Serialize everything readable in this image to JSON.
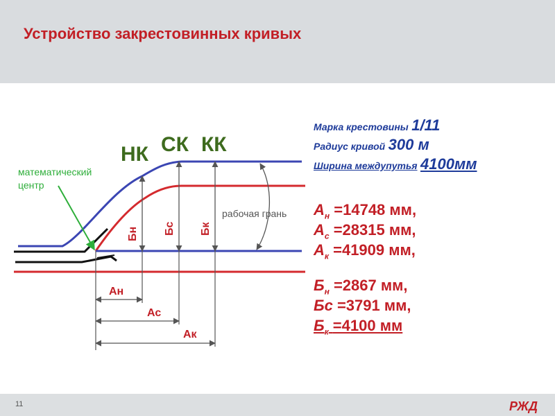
{
  "slide": {
    "title": "Устройство закрестовинных кривых",
    "page_number": "11",
    "logo_text": "РЖД"
  },
  "diagram": {
    "points": {
      "nk": "НК",
      "sk": "СК",
      "kk": "КК"
    },
    "math_center_line1": "математический",
    "math_center_line2": "центр",
    "working_edge": "рабочая грань",
    "b_labels": {
      "bn": "Бн",
      "bs": "Бс",
      "bk": "Бк"
    },
    "a_labels": {
      "an": "Ан",
      "as": "Ас",
      "ak": "Ак"
    }
  },
  "params": {
    "crossing_mark_label": "Марка крестовины",
    "crossing_mark_value": "1/11",
    "radius_label": "Радиус кривой",
    "radius_value": "300 м",
    "spacing_label": "Ширина междупутья",
    "spacing_value": "4100мм"
  },
  "results": {
    "an_sym": "А",
    "an_sub": "н",
    "an_val": "=14748 мм,",
    "as_sym": "А",
    "as_sub": "с",
    "as_val": "=28315 мм,",
    "ak_sym": "А",
    "ak_sub": "к",
    "ak_val": "=41909 мм,",
    "bn_sym": "Б",
    "bn_sub": "н",
    "bn_val": "=2867 мм,",
    "bs_sym": "Бс",
    "bs_val": "=3791 мм,",
    "bk_sym": "Б",
    "bk_sub": "к",
    "bk_val": "=4100 мм"
  },
  "colors": {
    "title_red": "#c21f26",
    "text_blue": "#1e3b9a",
    "rail_blue": "#3b46b3",
    "rail_red": "#d42a2e",
    "dimension_gray": "#555555",
    "math_center_green": "#2eae3a",
    "label_green": "#3e6b1e"
  }
}
